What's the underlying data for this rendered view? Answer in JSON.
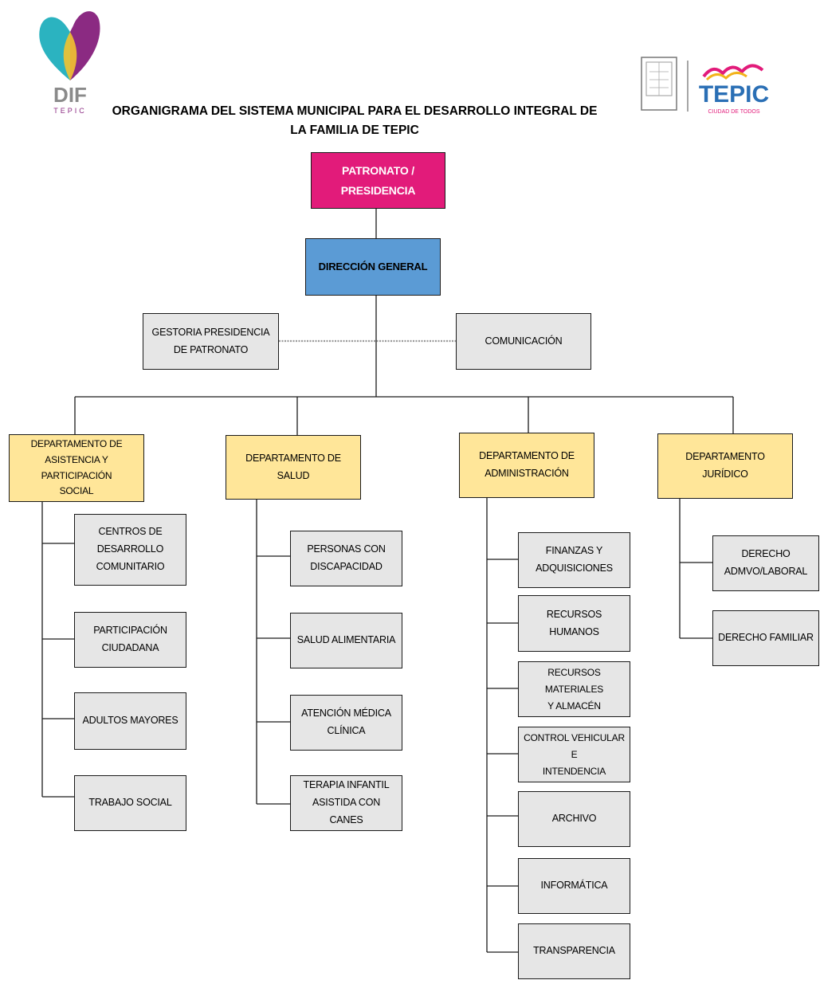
{
  "header": {
    "title": "ORGANIGRAMA DEL SISTEMA MUNICIPAL PARA EL DESARROLLO INTEGRAL DE\nLA FAMILIA DE TEPIC",
    "logo_left_text": "DIF",
    "logo_left_sub": "TEPIC",
    "logo_right_text": "TEPIC",
    "logo_right_sub": "CIUDAD DE TODOS"
  },
  "colors": {
    "patronato": "#e21b7a",
    "direccion": "#5b9bd5",
    "departamento": "#ffe699",
    "unidad": "#e6e6e6"
  },
  "org": {
    "patronato": "PATRONATO /\nPRESIDENCIA",
    "direccion": "DIRECCIÓN GENERAL",
    "gestoria": "GESTORIA PRESIDENCIA\nDE PATRONATO",
    "comunicacion": "COMUNICACIÓN",
    "departments": [
      {
        "name": "DEPARTAMENTO DE\nASISTENCIA Y PARTICIPACIÓN\nSOCIAL",
        "units": [
          "CENTROS DE\nDESARROLLO\nCOMUNITARIO",
          "PARTICIPACIÓN\nCIUDADANA",
          "ADULTOS MAYORES",
          "TRABAJO SOCIAL"
        ]
      },
      {
        "name": "DEPARTAMENTO DE\nSALUD",
        "units": [
          "PERSONAS CON\nDISCAPACIDAD",
          "SALUD ALIMENTARIA",
          "ATENCIÓN MÉDICA\nCLÍNICA",
          "TERAPIA INFANTIL\nASISTIDA CON CANES"
        ]
      },
      {
        "name": "DEPARTAMENTO DE\nADMINISTRACIÓN",
        "units": [
          "FINANZAS Y\nADQUISICIONES",
          "RECURSOS\nHUMANOS",
          "RECURSOS MATERIALES\nY ALMACÉN",
          "CONTROL VEHICULAR E\nINTENDENCIA",
          "ARCHIVO",
          "INFORMÁTICA",
          "TRANSPARENCIA"
        ]
      },
      {
        "name": "DEPARTAMENTO\nJURÍDICO",
        "units": [
          "DERECHO\nADMVO/LABORAL",
          "DERECHO FAMILIAR"
        ]
      }
    ]
  }
}
